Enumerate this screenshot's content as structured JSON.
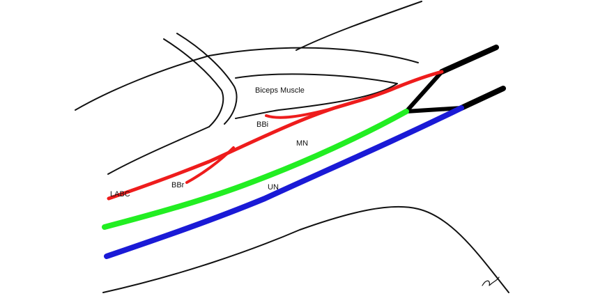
{
  "labels": {
    "biceps": "Biceps Muscle",
    "bbi": "BBi",
    "mn": "MN",
    "labc": "LABC",
    "bbr": "BBr",
    "un": "UN"
  },
  "colors": {
    "background": "#ffffff",
    "outline": "#111111",
    "red_nerves": "#ee1c1c",
    "median_nerve": "#22ee22",
    "ulnar_nerve": "#1a1ad6",
    "proximal_trunks": "#000000"
  }
}
